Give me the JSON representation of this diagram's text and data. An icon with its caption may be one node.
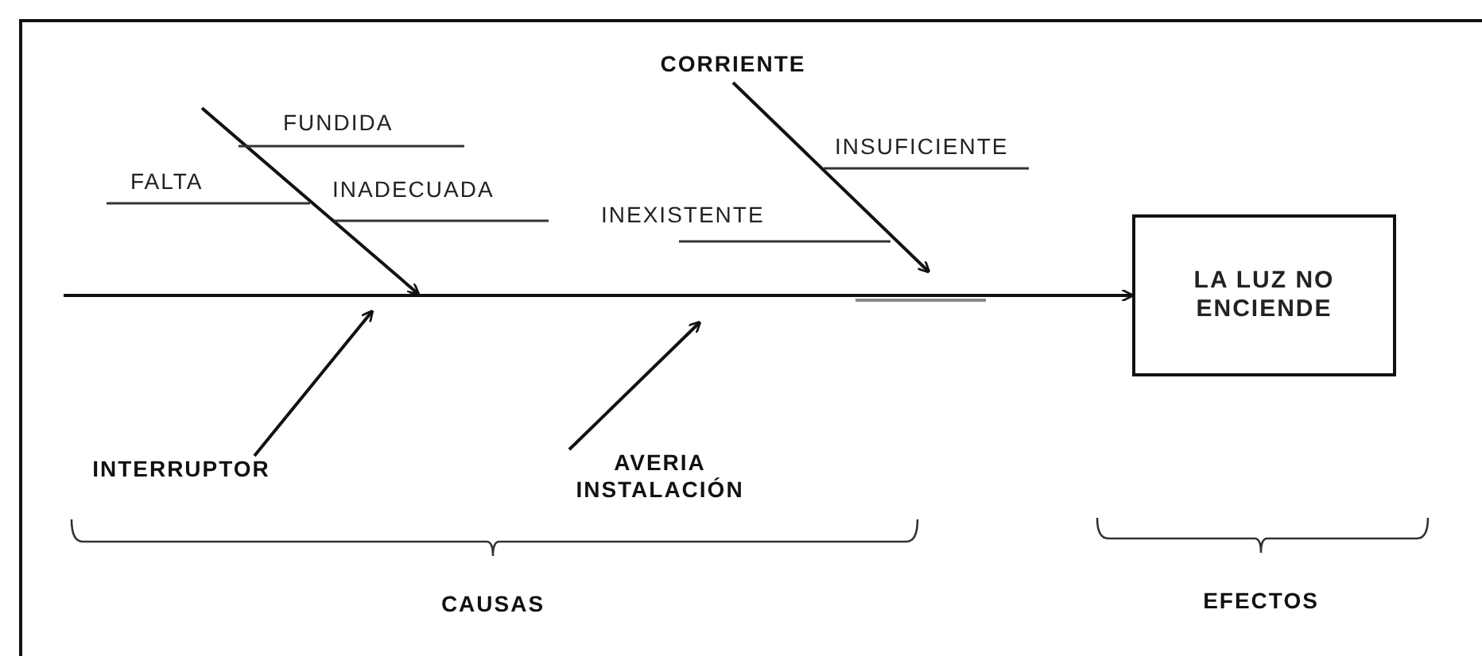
{
  "diagram": {
    "nodes": [
      {
        "text": [
          "CORRIENTE"
        ]
      },
      {
        "text": [
          "LA LUZ NO ENCIENDE"
        ]
      },
      {
        "text": [
          "INTERRUPTOR"
        ]
      },
      {
        "text": [
          "AVERIA INSTALACIÓN"
        ]
      },
      {
        "text": [],
        "shape": "bar"
      }
    ],
    "edges": [
      {
        "from": 4,
        "to": 1,
        "arrow": "to"
      },
      {
        "from": null,
        "to": 4,
        "arrow": "to"
      },
      {
        "from": 0,
        "to": 4,
        "arrow": "to"
      },
      {
        "from": 2,
        "to": 4,
        "arrow": "to"
      },
      {
        "from": 3,
        "to": 4,
        "arrow": "to"
      }
    ],
    "labels": [
      "FUNDIDA",
      "INSUFICIENTE",
      "FALTA",
      "INADECUADA",
      "INEXISTENTE",
      "CAUSAS",
      "EFECTOS"
    ]
  }
}
